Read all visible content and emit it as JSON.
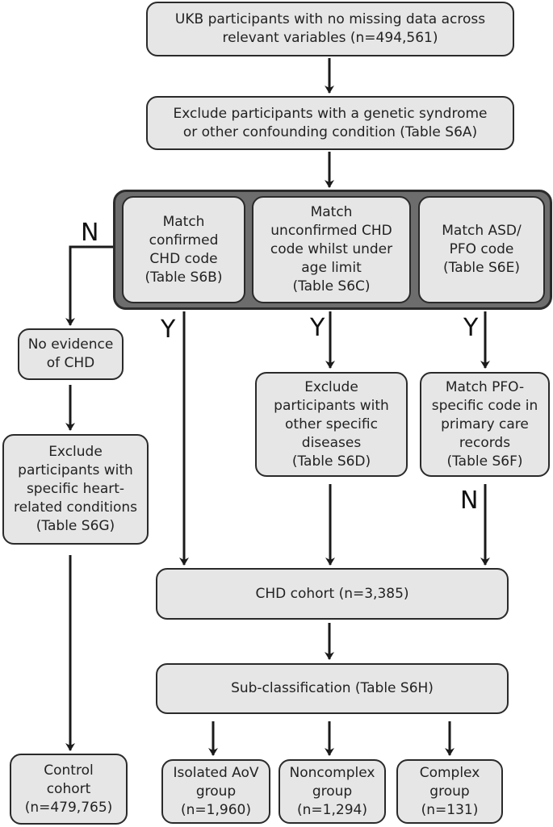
{
  "nodes": {
    "start": "UKB participants with no missing data across\nrelevant variables (n=494,561)",
    "exclude_genetic": "Exclude participants with a genetic syndrome\nor other confounding condition (Table S6A)",
    "match_confirmed": "Match\nconfirmed\nCHD code\n(Table S6B)",
    "match_unconfirmed": "Match\nunconfirmed CHD\ncode whilst under\nage limit\n(Table S6C)",
    "match_asd": "Match ASD/\nPFO code\n(Table S6E)",
    "no_evidence": "No evidence\nof CHD",
    "exclude_heart": "Exclude\nparticipants with\nspecific heart-\nrelated conditions\n(Table S6G)",
    "exclude_other": "Exclude\nparticipants with\nother specific\ndiseases\n(Table S6D)",
    "match_pfo": "Match PFO-\nspecific code in\nprimary care\nrecords\n(Table S6F)",
    "chd_cohort": "CHD cohort (n=3,385)",
    "subclass": "Sub-classification (Table S6H)",
    "control": "Control\ncohort\n(n=479,765)",
    "isolated": "Isolated AoV\ngroup\n(n=1,960)",
    "noncomplex": "Noncomplex\ngroup\n(n=1,294)",
    "complex": "Complex\ngroup\n(n=131)"
  },
  "edge_labels": {
    "n_left": "N",
    "y_confirmed": "Y",
    "y_unconfirmed": "Y",
    "y_asd": "Y",
    "n_pfo": "N"
  }
}
